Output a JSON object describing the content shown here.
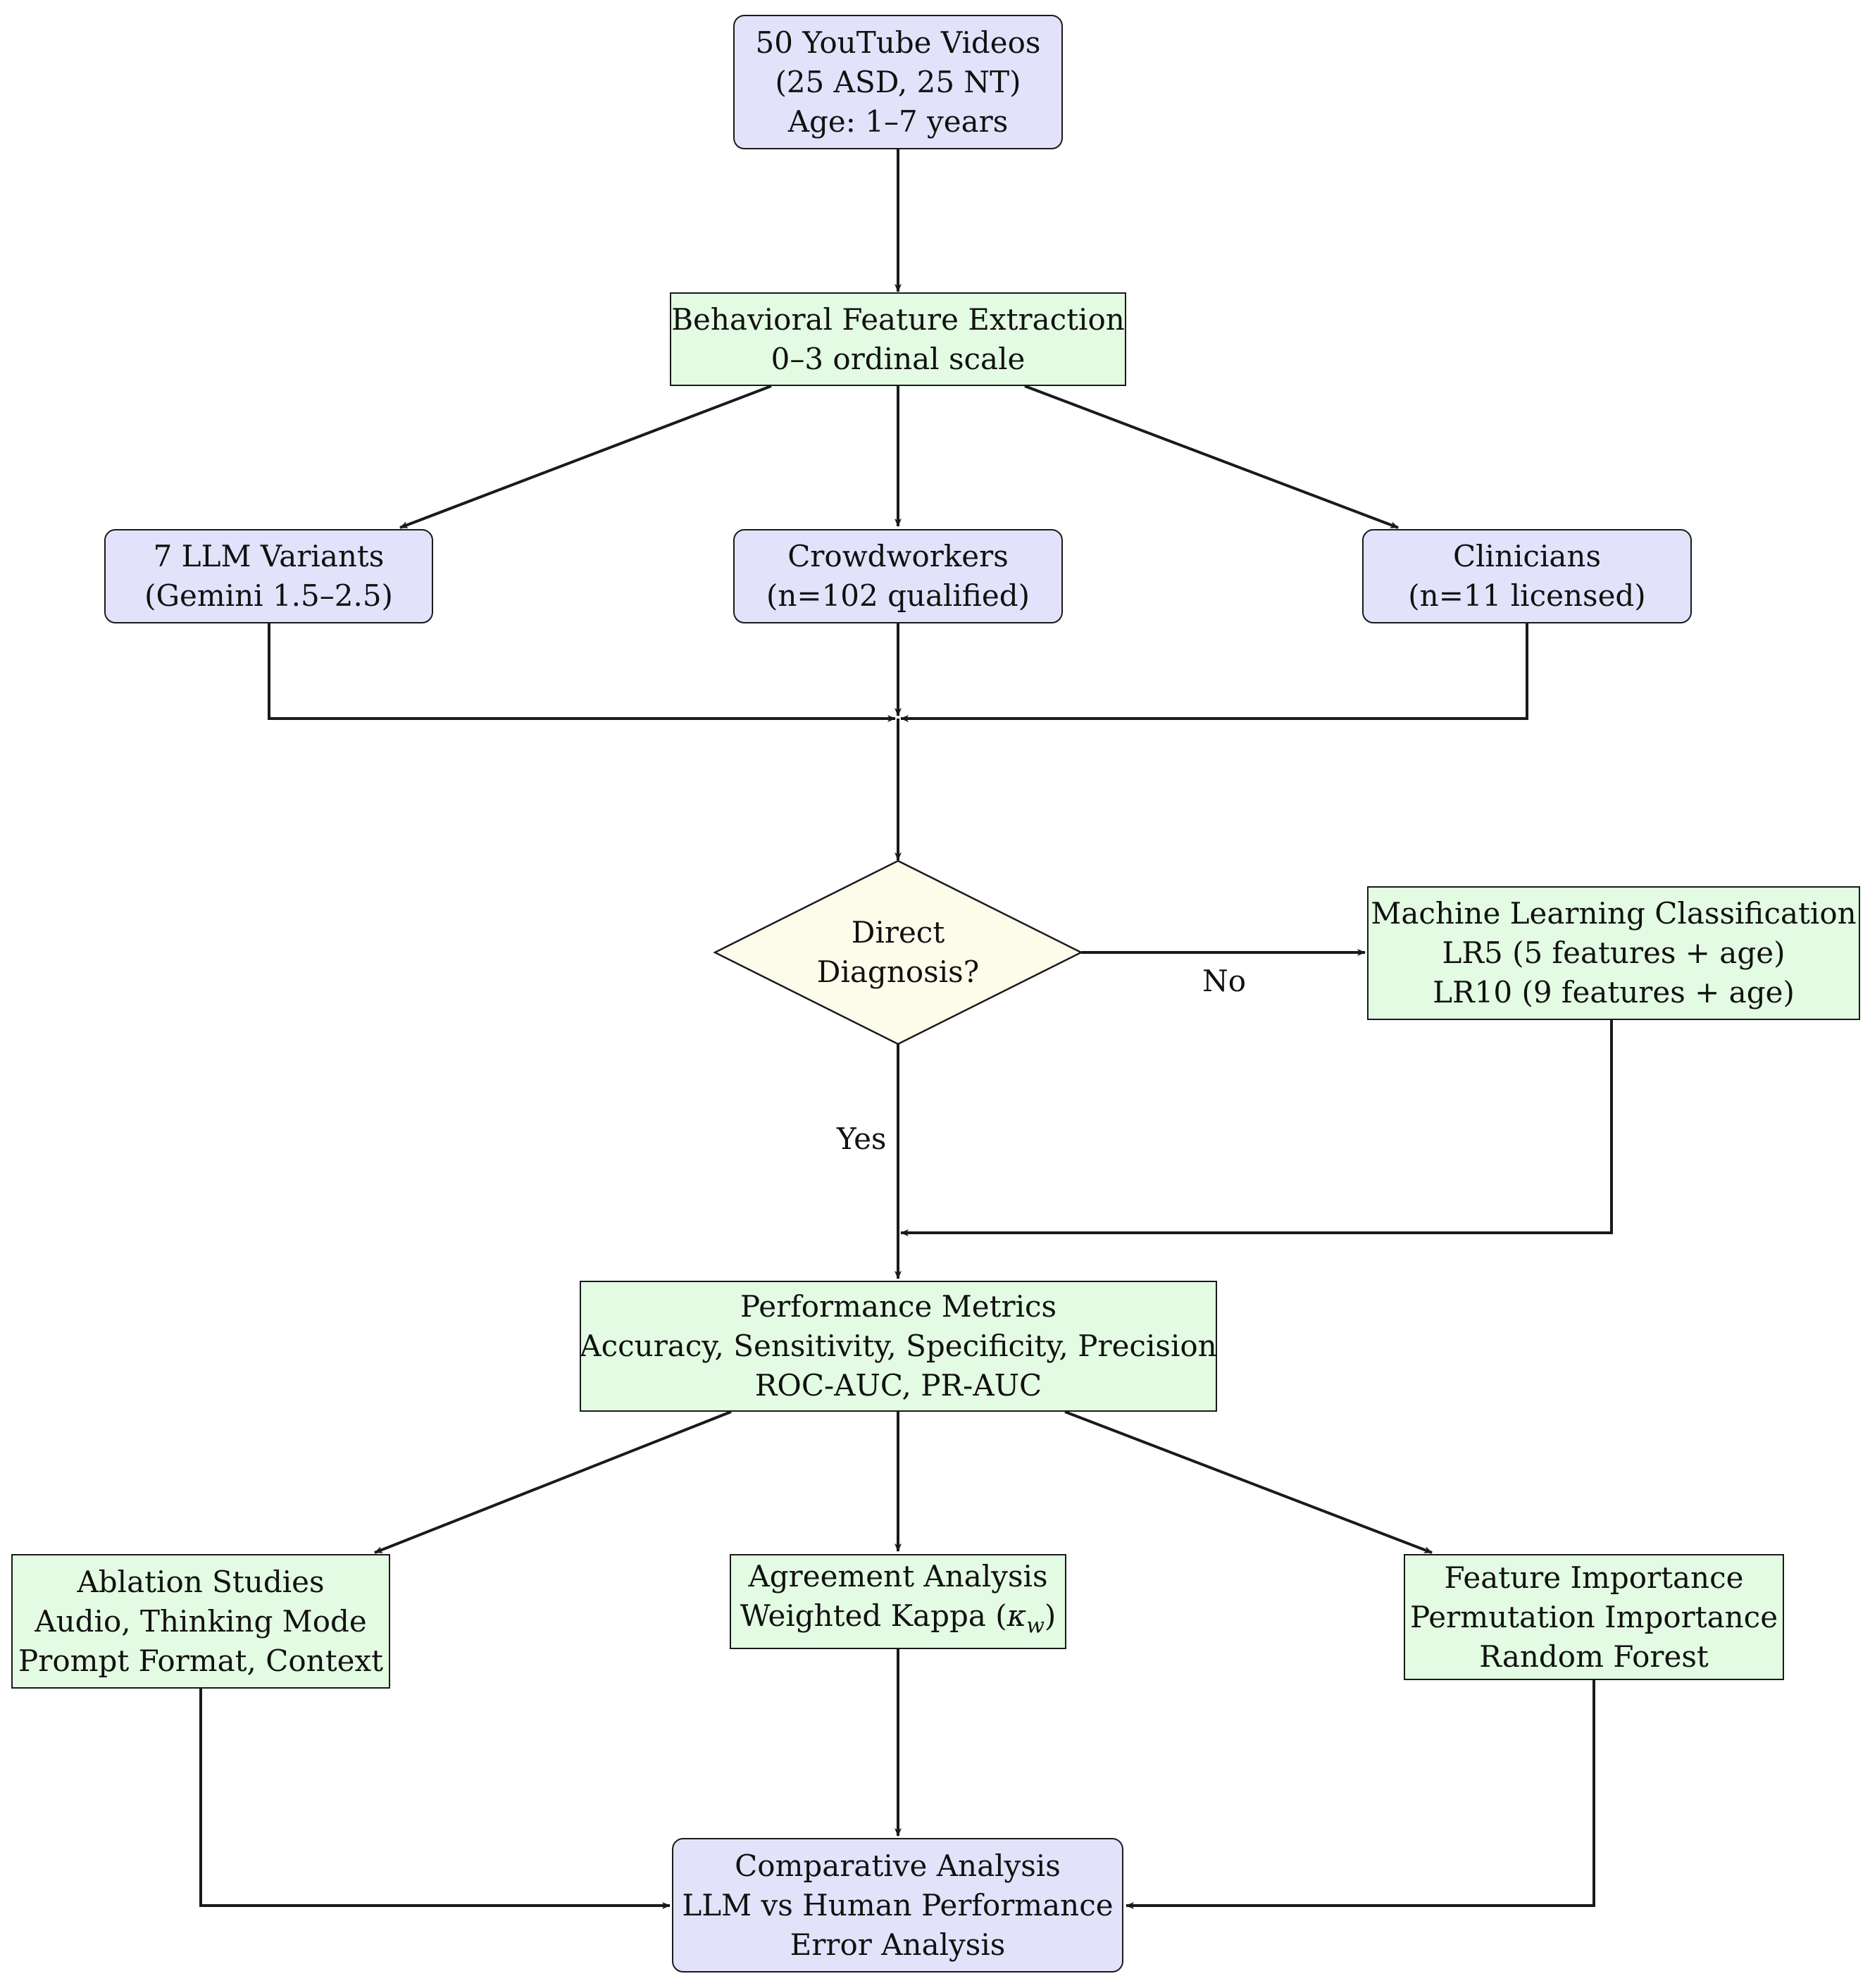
{
  "nodes": {
    "youtube": {
      "lines": [
        "50 YouTube Videos",
        "(25 ASD, 25 NT)",
        "Age: 1–7 years"
      ]
    },
    "feature_extraction": {
      "lines": [
        "Behavioral Feature Extraction",
        "0–3 ordinal scale"
      ]
    },
    "llm": {
      "lines": [
        "7 LLM Variants",
        "(Gemini 1.5–2.5)"
      ]
    },
    "crowd": {
      "lines": [
        "Crowdworkers",
        "(n=102 qualified)"
      ]
    },
    "clinicians": {
      "lines": [
        "Clinicians",
        "(n=11 licensed)"
      ]
    },
    "decision": {
      "lines": [
        "Direct",
        "Diagnosis?"
      ]
    },
    "ml": {
      "lines": [
        "Machine Learning Classification",
        "LR5 (5 features + age)",
        "LR10 (9 features + age)"
      ]
    },
    "metrics": {
      "lines": [
        "Performance Metrics",
        "Accuracy, Sensitivity, Specificity, Precision",
        "ROC-AUC, PR-AUC"
      ]
    },
    "ablation": {
      "lines": [
        "Ablation Studies",
        "Audio, Thinking Mode",
        "Prompt Format, Context"
      ]
    },
    "agreement": {
      "lines": [
        "Agreement Analysis"
      ],
      "kappa_prefix": "Weighted Kappa (",
      "kappa_symbol": "κ",
      "kappa_sub": "w",
      "kappa_suffix": ")"
    },
    "feature_importance": {
      "lines": [
        "Feature Importance",
        "Permutation Importance",
        "Random Forest"
      ]
    },
    "comparative": {
      "lines": [
        "Comparative Analysis",
        "LLM vs Human Performance",
        "Error Analysis"
      ]
    }
  },
  "edge_labels": {
    "no": "No",
    "yes": "Yes"
  },
  "colors": {
    "blue_fill": "#e2e2fb",
    "green_fill": "#e2fbe2",
    "decision_fill": "#fdfbea",
    "stroke": "#1a1a1a"
  }
}
